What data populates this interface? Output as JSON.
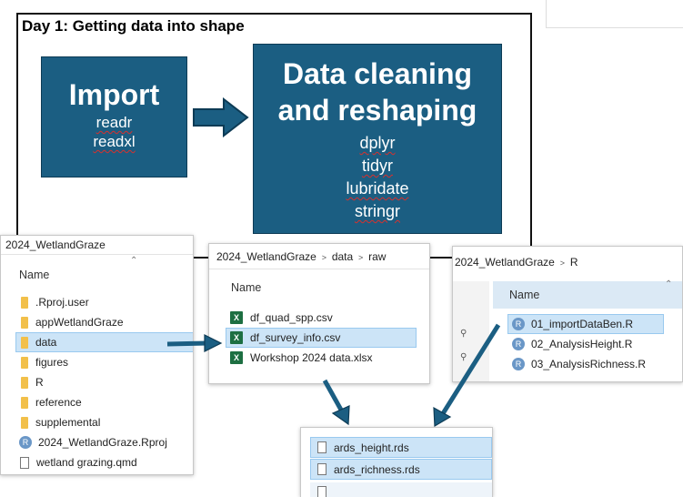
{
  "slide": {
    "title": "Day 1: Getting data into shape",
    "import_box": {
      "heading": "Import",
      "packages": [
        "readr",
        "readxl"
      ]
    },
    "cleaning_box": {
      "heading_line1": "Data cleaning",
      "heading_line2": "and reshaping",
      "packages": [
        "dplyr",
        "tidyr",
        "lubridate",
        "stringr"
      ]
    }
  },
  "colors": {
    "box_fill": "#1b5e82",
    "arrow": "#1b5e82",
    "selection": "#cce4f7",
    "folder": "#f2c04a"
  },
  "explorer_root": {
    "title": "2024_WetlandGraze",
    "column": "Name",
    "items": [
      {
        "name": ".Rproj.user",
        "icon": "folder-icon"
      },
      {
        "name": "appWetlandGraze",
        "icon": "folder-icon"
      },
      {
        "name": "data",
        "icon": "folder-icon",
        "selected": true
      },
      {
        "name": "figures",
        "icon": "folder-icon"
      },
      {
        "name": "R",
        "icon": "folder-icon"
      },
      {
        "name": "reference",
        "icon": "folder-icon"
      },
      {
        "name": "supplemental",
        "icon": "folder-icon"
      },
      {
        "name": "2024_WetlandGraze.Rproj",
        "icon": "r-icon"
      },
      {
        "name": "wetland grazing.qmd",
        "icon": "document-icon"
      }
    ]
  },
  "explorer_data": {
    "breadcrumb": [
      "2024_WetlandGraze",
      "data",
      "raw"
    ],
    "column": "Name",
    "items": [
      {
        "name": "df_quad_spp.csv",
        "icon": "excel-icon"
      },
      {
        "name": "df_survey_info.csv",
        "icon": "excel-icon",
        "selected": true
      },
      {
        "name": "Workshop 2024 data.xlsx",
        "icon": "excel-icon"
      }
    ]
  },
  "explorer_r": {
    "breadcrumb": [
      "2024_WetlandGraze",
      "R"
    ],
    "column": "Name",
    "items": [
      {
        "name": "01_importDataBen.R",
        "icon": "r-icon",
        "selected": true
      },
      {
        "name": "02_AnalysisHeight.R",
        "icon": "r-icon"
      },
      {
        "name": "03_AnalysisRichness.R",
        "icon": "r-icon"
      }
    ]
  },
  "explorer_output": {
    "items": [
      {
        "name": "ards_height.rds",
        "icon": "document-icon",
        "selected": true
      },
      {
        "name": "ards_richness.rds",
        "icon": "document-icon",
        "selected": true
      }
    ]
  }
}
